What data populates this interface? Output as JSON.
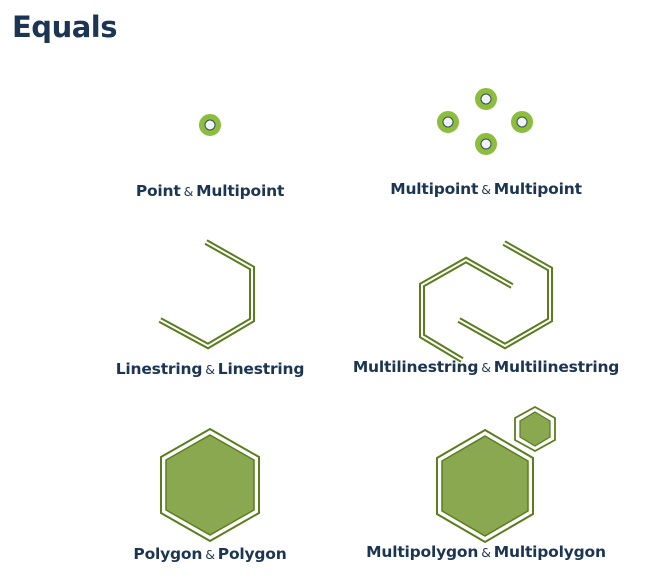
{
  "title": "Equals",
  "colors": {
    "heading": "#1c3552",
    "green_fill": "#8aa84f",
    "green_ring": "#8cbd3c",
    "green_stroke": "#5a7d1e",
    "point_center": "#eef3f8"
  },
  "cells": [
    {
      "id": "point-multipoint",
      "left": "Point",
      "amp": "&",
      "right": "Multipoint"
    },
    {
      "id": "multipoint-multipoint",
      "left": "Multipoint",
      "amp": "&",
      "right": "Multipoint"
    },
    {
      "id": "linestring-linestring",
      "left": "Linestring",
      "amp": "&",
      "right": "Linestring"
    },
    {
      "id": "multilinestring-multilinestring",
      "left": "Multilinestring",
      "amp": "&",
      "right": "Multilinestring"
    },
    {
      "id": "polygon-polygon",
      "left": "Polygon",
      "amp": "&",
      "right": "Polygon"
    },
    {
      "id": "multipolygon-multipolygon",
      "left": "Multipolygon",
      "amp": "&",
      "right": "Multipolygon"
    }
  ]
}
